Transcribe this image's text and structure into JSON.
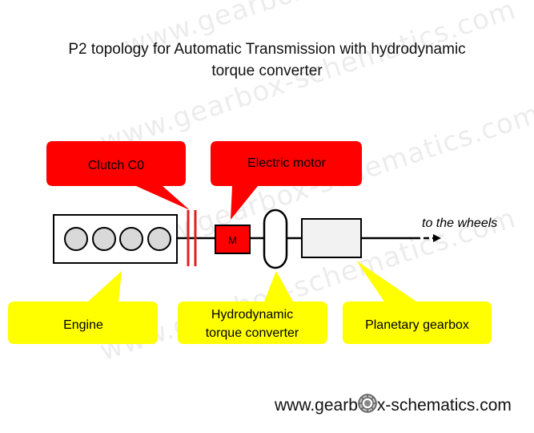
{
  "title_line1": "P2 topology for Automatic Transmission with hydrodynamic",
  "title_line2": "torque converter",
  "watermark": "www.gearbox-schematics.com",
  "callouts": {
    "clutch": "Clutch C0",
    "motor": "Electric motor",
    "engine": "Engine",
    "converter_line1": "Hydrodynamic",
    "converter_line2": "torque converter",
    "gearbox": "Planetary gearbox"
  },
  "motor_symbol": "M",
  "output_label": "to the wheels",
  "footer": {
    "left": "www.gearb",
    "right": "x-schematics.com",
    "logo_icon": "gear-icon"
  },
  "colors": {
    "red_callout": "#ff0000",
    "yellow_callout": "#ffff00",
    "shaft": "#000000",
    "clutch": "#e02020"
  }
}
